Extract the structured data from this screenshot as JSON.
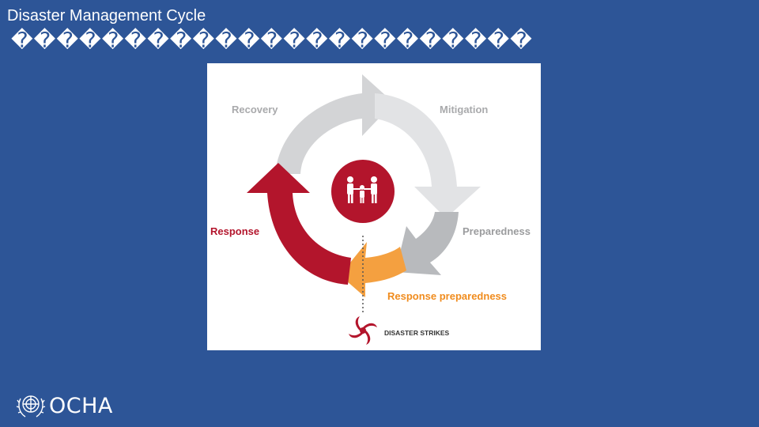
{
  "slide": {
    "title": "Disaster Management Cycle",
    "subtitle": "�����������������������"
  },
  "diagram": {
    "stages": {
      "recovery": "Recovery",
      "mitigation": "Mitigation",
      "preparedness": "Preparedness",
      "response_preparedness": "Response preparedness",
      "response": "Response"
    },
    "event_label": "DISASTER STRIKES",
    "colors": {
      "light_gray": "#d3d4d6",
      "mid_gray": "#b8babd",
      "pale_gray": "#e2e3e5",
      "red": "#b3152c",
      "orange": "#f4a040",
      "label_gray": "#9b9c9e"
    },
    "center_icon": "family-icon"
  },
  "logo": {
    "text": "OCHA",
    "emblem": "un-emblem-icon"
  }
}
